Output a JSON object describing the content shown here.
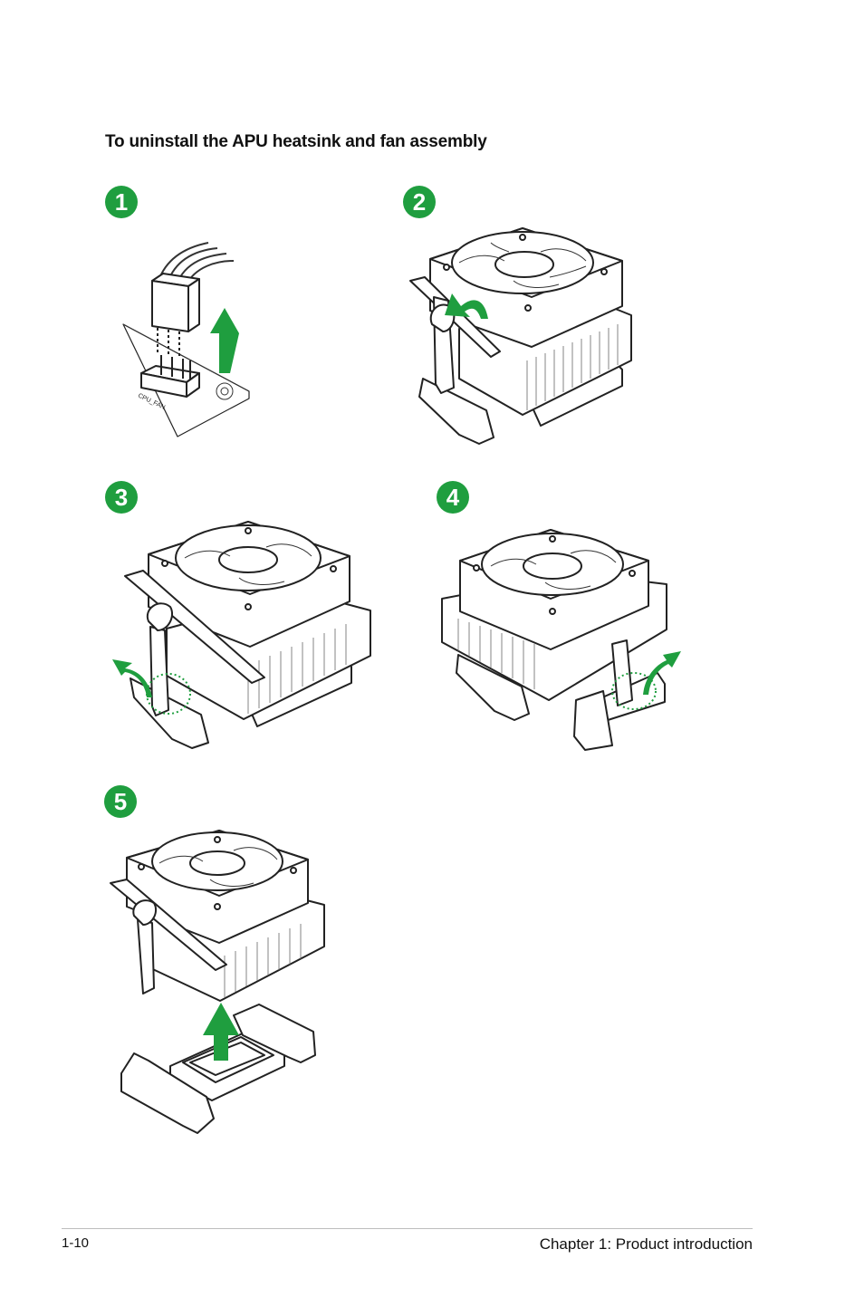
{
  "section": {
    "heading": "To uninstall the APU heatsink and fan assembly"
  },
  "steps": [
    {
      "number": "1",
      "connector_label": "CPU_FAN"
    },
    {
      "number": "2"
    },
    {
      "number": "3"
    },
    {
      "number": "4"
    },
    {
      "number": "5"
    }
  ],
  "footer": {
    "page_number": "1-10",
    "chapter": "Chapter 1: Product introduction"
  },
  "colors": {
    "accent_green": "#1f9e3f",
    "line": "#222222"
  }
}
